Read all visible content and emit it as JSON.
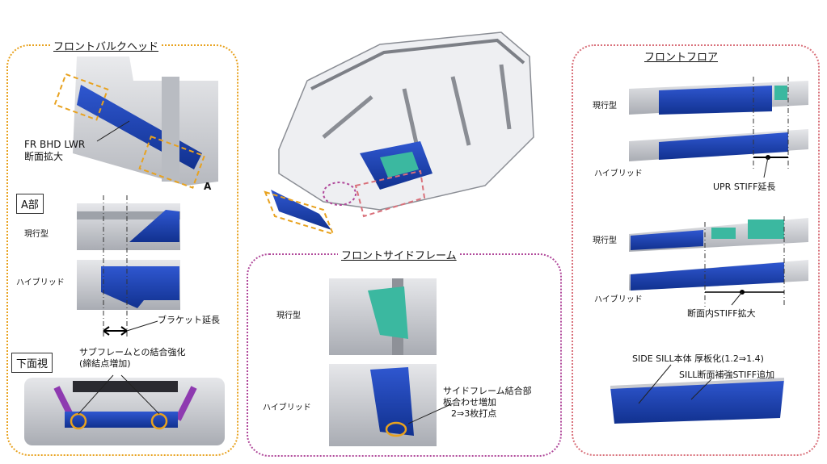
{
  "colors": {
    "orange": "#e8a21f",
    "purple": "#b0489a",
    "pink": "#d9707a",
    "blue": "#1a3fb0",
    "teal": "#3bb8a0",
    "metal": "#c9cbd0"
  },
  "left": {
    "title": "フロントバルクヘッド",
    "callout": [
      "FR BHD LWR",
      "断面拡大"
    ],
    "marker": "A",
    "section_a": "A部",
    "current": "現行型",
    "hybrid": "ハイブリッド",
    "bracket": "ブラケット延長",
    "bottom_view": "下面視",
    "subframe": [
      "サブフレームとの結合強化",
      "(締結点増加)"
    ]
  },
  "middle": {
    "title": "フロントサイドフレーム",
    "current": "現行型",
    "hybrid": "ハイブリッド",
    "note": [
      "サイドフレーム結合部",
      "板合わせ増加",
      "2⇒3枚打点"
    ]
  },
  "right": {
    "title": "フロントフロア",
    "current1": "現行型",
    "hybrid1": "ハイブリッド",
    "upr": "UPR STIFF延長",
    "current2": "現行型",
    "hybrid2": "ハイブリッド",
    "inner": "断面内STIFF拡大",
    "sill_body": "SIDE SILL本体 厚板化(1.2⇒1.4)",
    "sill_stiff": "SILL断面補強STIFF追加"
  }
}
